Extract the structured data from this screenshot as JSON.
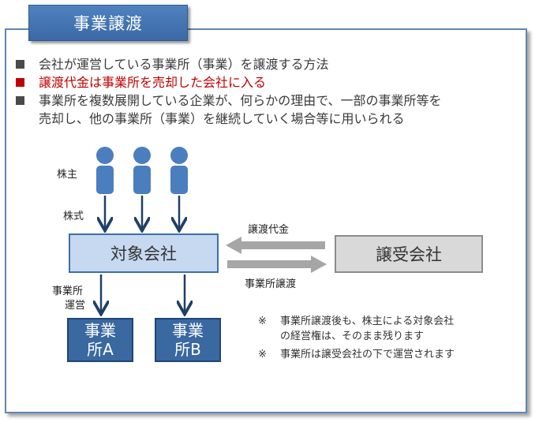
{
  "title": "事業譲渡",
  "bullets": [
    "会社が運営している事業所（事業）を譲渡する方法",
    "譲渡代金は事業所を売却した会社に入る",
    "事業所を複数展開している企業が、何らかの理由で、一部の事業所等を",
    "売却し、他の事業所（事業）を継続していく場合等に用いられる"
  ],
  "labels": {
    "shareholders": "株主",
    "shares": "株式",
    "transfer_payment": "譲渡代金",
    "office_transfer": "事業所譲渡",
    "operation_line1": "事業所",
    "operation_line2": "運営"
  },
  "boxes": {
    "target_company": "対象会社",
    "acquirer": "譲受会社",
    "office_a_line1": "事業",
    "office_a_line2": "所A",
    "office_b_line1": "事業",
    "office_b_line2": "所B"
  },
  "notes": {
    "mark": "※",
    "note1_line1": "事業所譲渡後も、株主による対象会社",
    "note1_line2": "の経営権は、そのまま残ります",
    "note2": "事業所は譲受会社の下で運営されます"
  },
  "colors": {
    "panel_border": "#5f86b3",
    "title_bg": "#4f82bf",
    "person_icon": "#4a7ebf",
    "target_box": "#c6d9f1",
    "office_box": "#3a68a0",
    "acquirer_box": "#d9d9d9",
    "highlight_text": "#c00000",
    "arrow_dark": "#1f3f66",
    "arrow_gray": "#a6a6a6"
  }
}
